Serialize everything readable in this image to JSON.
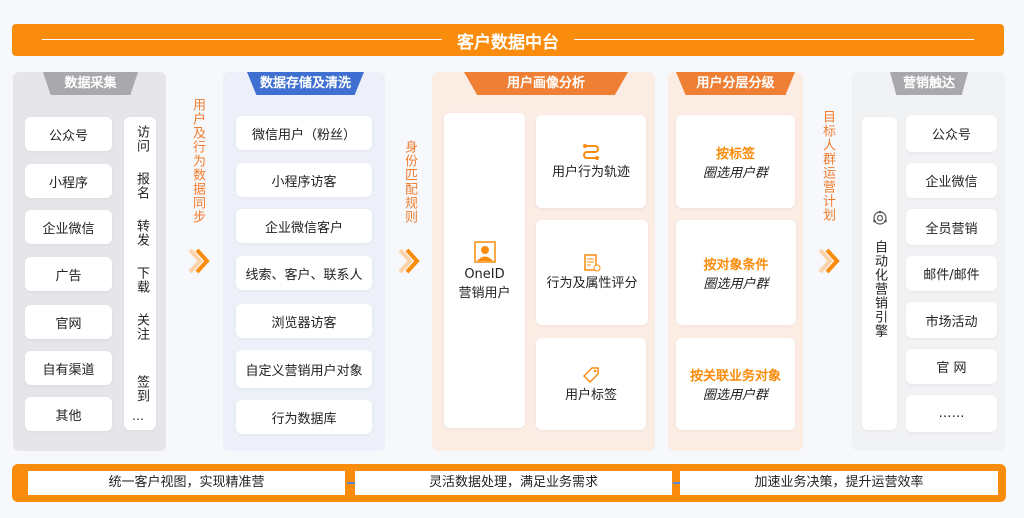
{
  "title": "客户数据中台",
  "columns": {
    "collect": {
      "header": "数据采集",
      "items": [
        "公众号",
        "小程序",
        "企业微信",
        "广告",
        "官网",
        "自有渠道",
        "其他"
      ],
      "actions": [
        "访问",
        "报名",
        "转发",
        "下载",
        "关注",
        "签到",
        "…"
      ]
    },
    "flow1": "用户及行为数据同步",
    "storage": {
      "header": "数据存储及清洗",
      "items": [
        "微信用户（粉丝）",
        "小程序访客",
        "企业微信客户",
        "线索、客户、联系人",
        "浏览器访客",
        "自定义营销用户对象",
        "行为数据库"
      ]
    },
    "flow2": "身份匹配规则",
    "profile": {
      "header": "用户画像分析",
      "oneid_line1": "OneID",
      "oneid_line2": "营销用户",
      "items": [
        "用户行为轨迹",
        "行为及属性评分",
        "用户标签"
      ]
    },
    "segment": {
      "header": "用户分层分级",
      "items": [
        {
          "title": "按标签",
          "sub": "圈选用户群"
        },
        {
          "title": "按对象条件",
          "sub": "圈选用户群"
        },
        {
          "title": "按关联业务对象",
          "sub": "圈选用户群"
        }
      ]
    },
    "flow3": "目标人群运营计划",
    "reach": {
      "header": "营销触达",
      "engine": "自动化营销引擎",
      "items": [
        "公众号",
        "企业微信",
        "全员营销",
        "邮件/邮件",
        "市场活动",
        "官 网",
        "……"
      ]
    }
  },
  "bottom": [
    "统一客户视图，实现精准营",
    "灵活数据处理，满足业务需求",
    "加速业务决策，提升运营效率"
  ],
  "colors": {
    "orange": "#f98c0c",
    "blue": "#3f6fd0",
    "gray": "#a9a9ad"
  }
}
